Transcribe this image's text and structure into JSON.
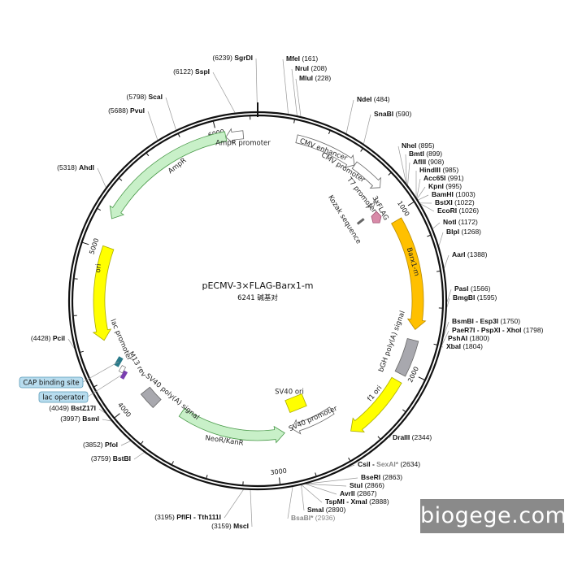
{
  "plasmid": {
    "name": "pECMV-3×FLAG-Barx1-m",
    "size_label": "6241 碱基对",
    "length": 6241
  },
  "colors": {
    "backbone": "#111111",
    "ampr": "#c8f0c8",
    "neor": "#c8f0c8",
    "ori": "#ffff00",
    "barx1": "#ffc000",
    "polya": "#a8a8ae",
    "flag": "#d88aa8",
    "promoter": "#ffffff",
    "lac_operator": "#7a3fb0",
    "cap_site": "#2a7a8a",
    "pill_bg": "#b8dcee",
    "pill_border": "#5a9ab8"
  },
  "ticks": [
    {
      "pos": 0,
      "label": ""
    },
    {
      "pos": 1000,
      "label": "1000"
    },
    {
      "pos": 2000,
      "label": "2000"
    },
    {
      "pos": 3000,
      "label": "3000"
    },
    {
      "pos": 4000,
      "label": "4000"
    },
    {
      "pos": 5000,
      "label": "5000"
    },
    {
      "pos": 6000,
      "label": "6000"
    }
  ],
  "features": [
    {
      "name": "CMV enhancer",
      "start": 235,
      "end": 615,
      "type": "promoter",
      "label": "CMV enhancer"
    },
    {
      "name": "CMV promoter",
      "start": 616,
      "end": 819,
      "type": "promoter",
      "label": "CMV promoter"
    },
    {
      "name": "T7 promoter",
      "start": 864,
      "end": 882,
      "type": "promoter",
      "label": "T7 promoter"
    },
    {
      "name": "Kozak sequence",
      "start": 905,
      "end": 914,
      "type": "small",
      "label": "Kozak sequence"
    },
    {
      "name": "3xFLAG",
      "start": 920,
      "end": 985,
      "type": "flag",
      "label": "3xFLAG"
    },
    {
      "name": "Barx1-m",
      "start": 1040,
      "end": 1740,
      "type": "cds",
      "label": "Barx1-m"
    },
    {
      "name": "bGH poly(A) signal",
      "start": 1806,
      "end": 2030,
      "type": "polya",
      "label": "bGH poly(A) signal"
    },
    {
      "name": "f1 ori",
      "start": 2076,
      "end": 2504,
      "type": "ori",
      "label": "f1 ori"
    },
    {
      "name": "SV40 promoter",
      "start": 2530,
      "end": 2860,
      "type": "promoter",
      "label": "SV40 promoter"
    },
    {
      "name": "SV40 ori",
      "start": 2710,
      "end": 2846,
      "type": "ori_inner",
      "label": "SV40 ori"
    },
    {
      "name": "NeoR/KanR",
      "start": 2920,
      "end": 3714,
      "type": "resistance_rev",
      "label": "NeoR/KanR"
    },
    {
      "name": "SV40 poly(A) signal",
      "start": 3890,
      "end": 4010,
      "type": "polya",
      "label": "SV40 poly(A) signal"
    },
    {
      "name": "lac promoter",
      "start": 4150,
      "end": 4180,
      "type": "small",
      "label": "lac promoter"
    },
    {
      "name": "M13 rev",
      "start": 4120,
      "end": 4140,
      "type": "small",
      "label": "M13 rev"
    },
    {
      "name": "ori",
      "start": 4430,
      "end": 5020,
      "type": "ori_rev",
      "label": "ori"
    },
    {
      "name": "AmpR",
      "start": 5190,
      "end": 6050,
      "type": "resistance_rev",
      "label": "AmpR"
    },
    {
      "name": "AmpR promoter",
      "start": 6050,
      "end": 6155,
      "type": "promoter_rev",
      "label": "AmpR promoter"
    }
  ],
  "pills": [
    {
      "label": "CAP binding site"
    },
    {
      "label": "lac operator"
    }
  ],
  "sites": [
    {
      "name": "SgrDI",
      "pos": "(6239)"
    },
    {
      "name": "SspI",
      "pos": "(6122)"
    },
    {
      "name": "ScaI",
      "pos": "(5798)"
    },
    {
      "name": "PvuI",
      "pos": "(5688)"
    },
    {
      "name": "AhdI",
      "pos": "(5318)"
    },
    {
      "name": "PciI",
      "pos": "(4428)"
    },
    {
      "name": "BstZ17I",
      "pos": "(4049)"
    },
    {
      "name": "BsmI",
      "pos": "(3997)"
    },
    {
      "name": "PfoI",
      "pos": "(3852)"
    },
    {
      "name": "BstBI",
      "pos": "(3759)"
    },
    {
      "name": "PflFI - Tth111I",
      "pos": "(3195)"
    },
    {
      "name": "MscI",
      "pos": "(3159)"
    },
    {
      "name": "MfeI",
      "pos": "(161)"
    },
    {
      "name": "NruI",
      "pos": "(208)"
    },
    {
      "name": "MluI",
      "pos": "(228)"
    },
    {
      "name": "NdeI",
      "pos": "(484)"
    },
    {
      "name": "SnaBI",
      "pos": "(590)"
    },
    {
      "name": "NheI",
      "pos": "(895)"
    },
    {
      "name": "BmtI",
      "pos": "(899)"
    },
    {
      "name": "AflII",
      "pos": "(908)"
    },
    {
      "name": "HindIII",
      "pos": "(985)"
    },
    {
      "name": "Acc65I",
      "pos": "(991)"
    },
    {
      "name": "KpnI",
      "pos": "(995)"
    },
    {
      "name": "BamHI",
      "pos": "(1003)"
    },
    {
      "name": "BstXI",
      "pos": "(1022)"
    },
    {
      "name": "EcoRI",
      "pos": "(1026)"
    },
    {
      "name": "NotI",
      "pos": "(1172)"
    },
    {
      "name": "BlpI",
      "pos": "(1268)"
    },
    {
      "name": "AarI",
      "pos": "(1388)"
    },
    {
      "name": "PasI",
      "pos": "(1566)"
    },
    {
      "name": "BmgBI",
      "pos": "(1595)"
    },
    {
      "name": "BsmBI - Esp3I",
      "pos": "(1750)"
    },
    {
      "name": "PaeR7I - PspXI - XhoI",
      "pos": "(1798)"
    },
    {
      "name": "PshAI",
      "pos": "(1800)"
    },
    {
      "name": "XbaI",
      "pos": "(1804)"
    },
    {
      "name": "DraIII",
      "pos": "(2344)"
    },
    {
      "name": "CsiI - ",
      "extra": "SexAI*",
      "pos": "(2634)"
    },
    {
      "name": "BseRI",
      "pos": "(2863)"
    },
    {
      "name": "StuI",
      "pos": "(2866)"
    },
    {
      "name": "AvrII",
      "pos": "(2867)"
    },
    {
      "name": "TspMI - XmaI",
      "pos": "(2888)"
    },
    {
      "name": "SmaI",
      "pos": "(2890)"
    },
    {
      "name": "BsaBI*",
      "pos": "(2936)",
      "gray": true
    }
  ],
  "watermark": "biogege.com"
}
